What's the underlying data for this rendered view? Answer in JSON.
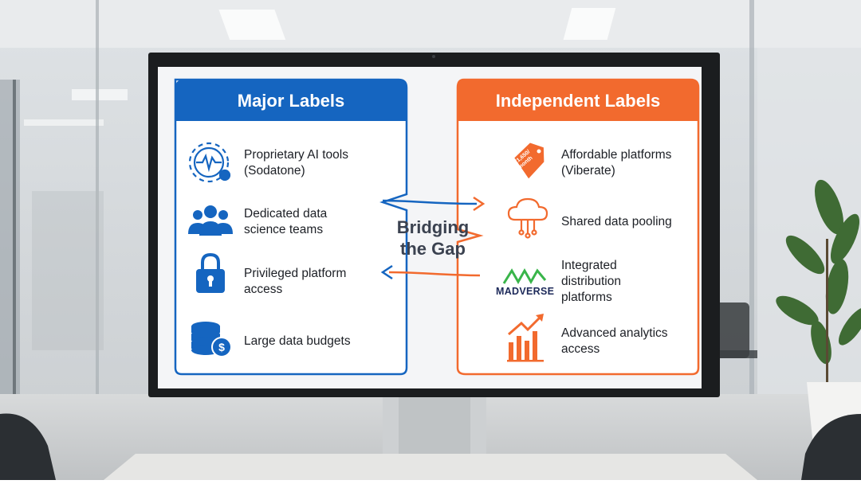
{
  "left_panel": {
    "title": "Major Labels",
    "accent_color": "#1565c0",
    "items": [
      {
        "icon": "ai-gear-waveform-icon",
        "line1": "Proprietary AI tools",
        "line2": "(Sodatone)"
      },
      {
        "icon": "team-people-icon",
        "line1": "Dedicated data",
        "line2": "science teams"
      },
      {
        "icon": "padlock-icon",
        "line1": "Privileged platform",
        "line2": "access"
      },
      {
        "icon": "coin-stack-dollar-icon",
        "line1": "Large data budgets",
        "line2": ""
      }
    ]
  },
  "center": {
    "line1": "Bridging",
    "line2": "the Gap"
  },
  "right_panel": {
    "title": "Independent Labels",
    "accent_color": "#f26a2e",
    "items": [
      {
        "icon": "price-tag-icon",
        "tag_text": "₹1,650/ month",
        "line1": "Affordable platforms",
        "line2": "(Viberate)"
      },
      {
        "icon": "cloud-network-icon",
        "line1": "Shared data pooling",
        "line2": ""
      },
      {
        "icon": "madverse-logo-icon",
        "brand": "MADVERSE",
        "line1": "Integrated",
        "line2": "distribution",
        "line3": "platforms"
      },
      {
        "icon": "growth-chart-icon",
        "line1": "Advanced analytics",
        "line2": "access"
      }
    ]
  }
}
